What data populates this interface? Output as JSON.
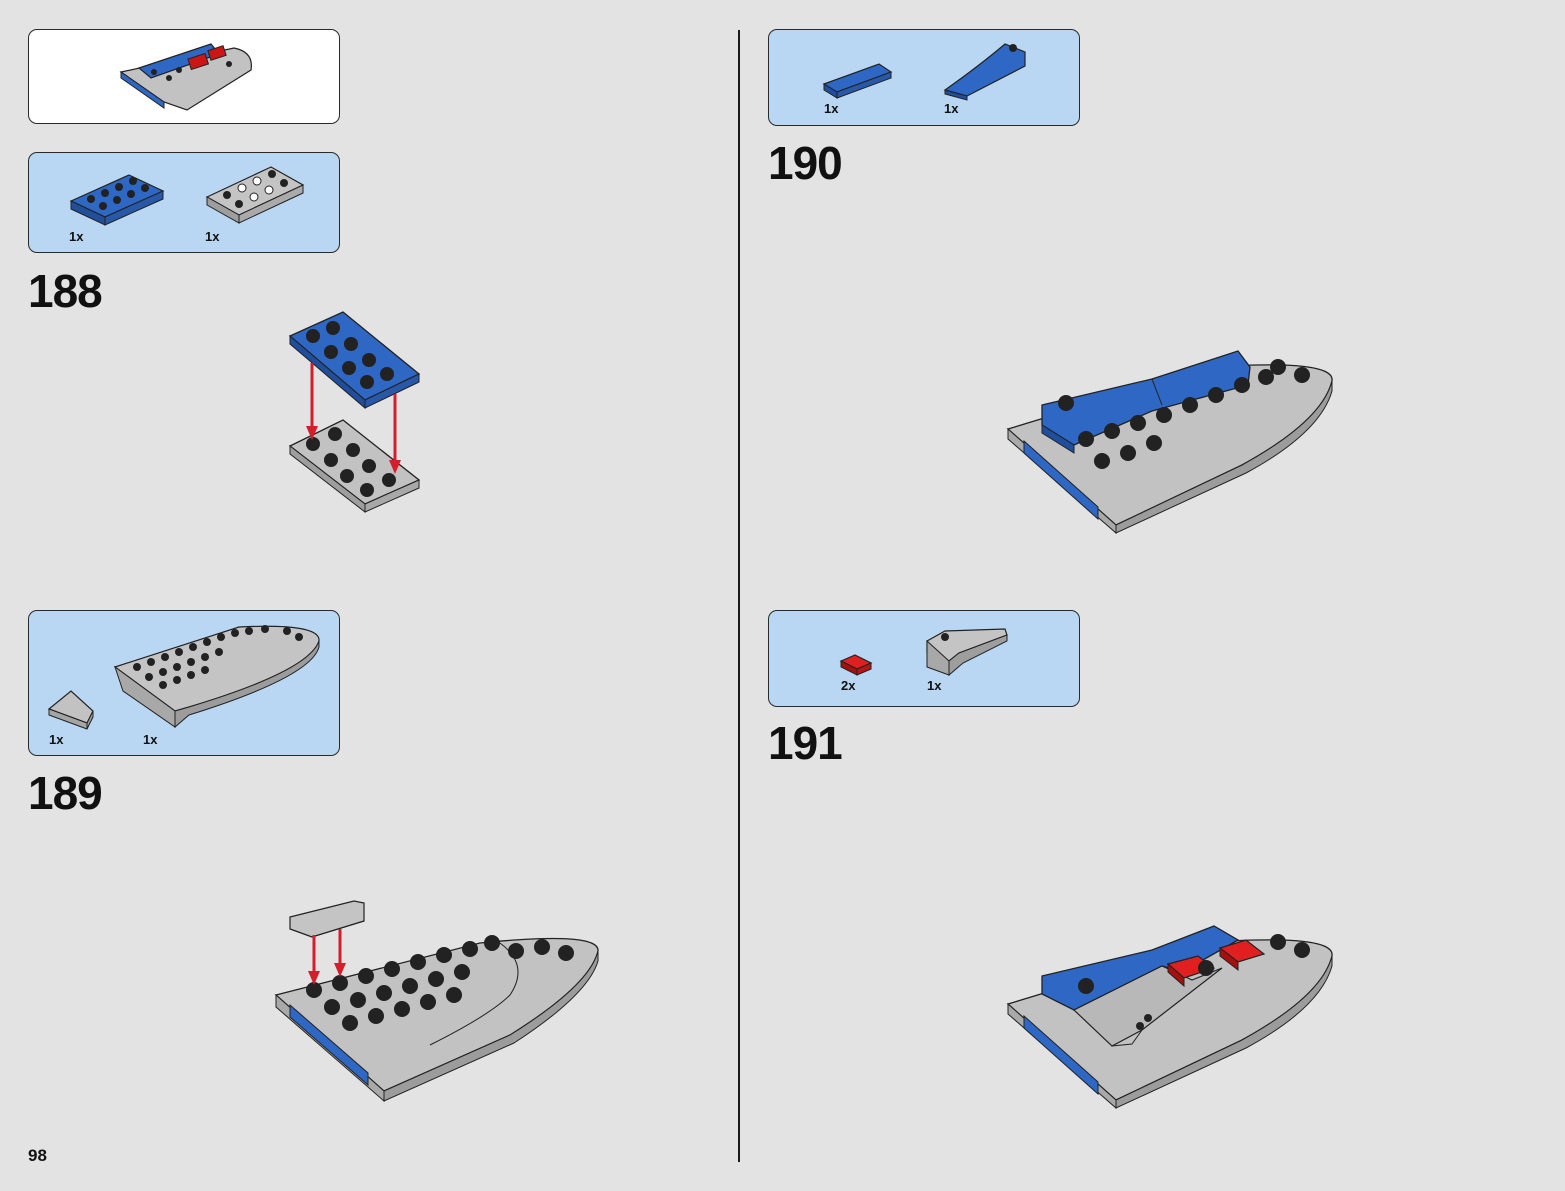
{
  "page": {
    "number": "98"
  },
  "submodel_preview": {
    "label": "submodel preview"
  },
  "steps": [
    {
      "number": "188",
      "parts": [
        {
          "qty": "1x",
          "part": "blue 2x4 plate"
        },
        {
          "qty": "1x",
          "part": "light grey 2x4 plate"
        }
      ]
    },
    {
      "number": "189",
      "parts": [
        {
          "qty": "1x",
          "part": "light grey slope"
        },
        {
          "qty": "1x",
          "part": "light grey hull section"
        }
      ]
    },
    {
      "number": "190",
      "parts": [
        {
          "qty": "1x",
          "part": "blue tile"
        },
        {
          "qty": "1x",
          "part": "blue curved slope"
        }
      ]
    },
    {
      "number": "191",
      "parts": [
        {
          "qty": "2x",
          "part": "red 1x1 tile"
        },
        {
          "qty": "1x",
          "part": "light grey wedge"
        }
      ]
    }
  ],
  "colors": {
    "background": "#e3e3e3",
    "callout_blue": "#b9d7f2",
    "brick_blue": "#2e67c4",
    "brick_grey": "#bdbdbd",
    "brick_red": "#cc1515",
    "arrow_red": "#d21f2b"
  }
}
